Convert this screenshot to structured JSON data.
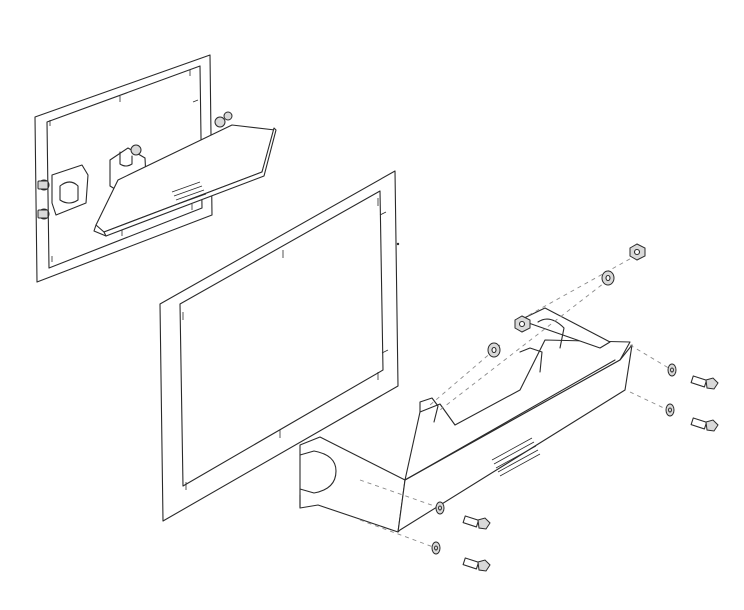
{
  "diagram": {
    "type": "exploded-assembly-drawing",
    "parts": [
      "assembled-view-panel",
      "assembled-view-bracket",
      "mounting-frame",
      "mounting-bracket",
      "hex-nut",
      "flat-washer",
      "hex-bolt"
    ],
    "colors": {
      "line": "#2a2a2a",
      "background": "#ffffff",
      "hardware_fill": "#d9d9d9",
      "leader": "#8a8a8a"
    }
  }
}
